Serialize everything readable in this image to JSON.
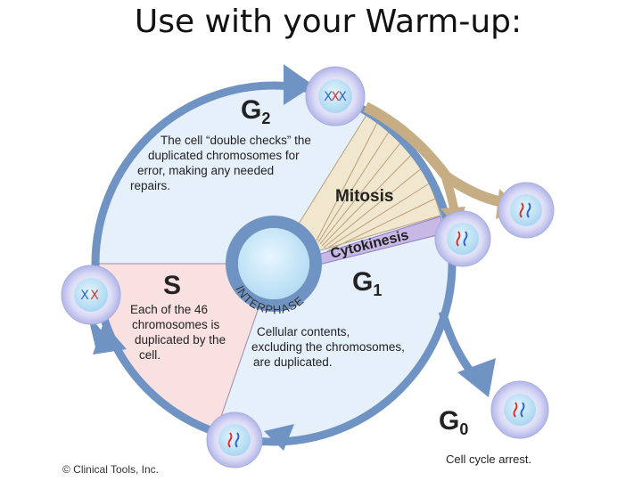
{
  "slide": {
    "title": "Use with your Warm-up:"
  },
  "diagram": {
    "phases": {
      "g2": {
        "letter": "G",
        "subscript": "2",
        "description": [
          "The cell “double checks” the",
          "duplicated chromosomes for",
          "error, making any needed",
          "repairs."
        ]
      },
      "s": {
        "letter": "S",
        "description": [
          "Each of the 46",
          "chromosomes is",
          "duplicated by the",
          "cell."
        ]
      },
      "g1": {
        "letter": "G",
        "subscript": "1",
        "description": [
          "Cellular contents,",
          "excluding the chromosomes,",
          "are duplicated."
        ]
      },
      "g0": {
        "letter": "G",
        "subscript": "0",
        "description": "Cell cycle arrest."
      },
      "mitosis": "Mitosis",
      "cytokinesis": "Cytokinesis",
      "interphase": "INTERPHASE"
    },
    "copyright": "© Clinical Tools, Inc.",
    "colors": {
      "ring": "#6f93c2",
      "g_region": "#e6f0fb",
      "s_region": "#f9e1e1",
      "mitosis_region": "#f1e7cf",
      "mitosis_arrow": "#c7ad84",
      "cytokinesis_band": "#c7b8e6",
      "cell": "#c9ccf0",
      "nucleus": "#bfe2f7"
    }
  }
}
